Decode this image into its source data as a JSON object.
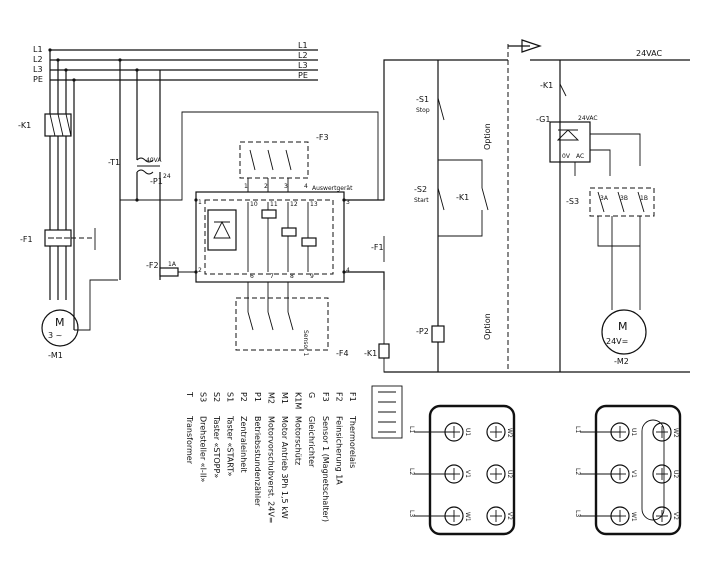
{
  "supply": {
    "phases": [
      "L1",
      "L2",
      "L3",
      "PE"
    ],
    "control_voltage": "24VAC"
  },
  "components": {
    "k1_left": "-K1",
    "t1": "-T1",
    "t1_v": "40VA",
    "t1_24": "24",
    "p1": "-P1",
    "f1": "-F1",
    "f2": "-F2",
    "f2_val": "1A",
    "f3": "-F3",
    "f4": "-F4",
    "m1": "-M1",
    "m1_sym": "M",
    "m1_sub": "3 ~",
    "auswerte": "Auswertgerät",
    "sensor": "Sensor 1",
    "s1": "-S1",
    "s1_sub": "Stop",
    "s2": "-S2",
    "s2_sub": "Start",
    "k1_mid": "-K1",
    "k1_coil": "-K1",
    "f1_mid": "-F1",
    "p2": "-P2",
    "g1": "-G1",
    "g1_v1": "24VAC",
    "g1_v2": "0V",
    "g1_v3": "AC",
    "k1_right": "-K1",
    "s3": "-S3",
    "m2": "-M2",
    "m2_sym": "M",
    "m2_sub": "24V=",
    "option1": "Option",
    "option2": "Option"
  },
  "legend": [
    {
      "code": "F1",
      "desc": "Thermorelais"
    },
    {
      "code": "F2",
      "desc": "Feinsicherung 1A"
    },
    {
      "code": "F3",
      "desc": "Sensor 1 (Magnetschalter)"
    },
    {
      "code": "G",
      "desc": "Gleichrichter"
    },
    {
      "code": "K1M",
      "desc": "Motorschütz"
    },
    {
      "code": "M1",
      "desc": "Motor Antrieb 3Ph 1,5 kW"
    },
    {
      "code": "M2",
      "desc": "Motorvorschubverst. 24V="
    },
    {
      "code": "P1",
      "desc": "Betriebsstundenzähler"
    },
    {
      "code": "P2",
      "desc": "Zentraleinheit"
    },
    {
      "code": "S1",
      "desc": "Taster «START»"
    },
    {
      "code": "S2",
      "desc": "Taster «STOPP»"
    },
    {
      "code": "S3",
      "desc": "Drehsteller «I-II»"
    },
    {
      "code": "T",
      "desc": "Transformer"
    }
  ],
  "terminal_box_1": {
    "rows": [
      {
        "line": "L1",
        "top": "U1",
        "bottom": "W2"
      },
      {
        "line": "L2",
        "top": "V1",
        "bottom": "U2"
      },
      {
        "line": "L3",
        "top": "W1",
        "bottom": "V2"
      }
    ]
  },
  "terminal_box_2": {
    "rows": [
      {
        "line": "L1",
        "top": "U1",
        "bottom": "W2"
      },
      {
        "line": "L2",
        "top": "V1",
        "bottom": "U2"
      },
      {
        "line": "L3",
        "top": "W1",
        "bottom": "V2"
      }
    ]
  }
}
